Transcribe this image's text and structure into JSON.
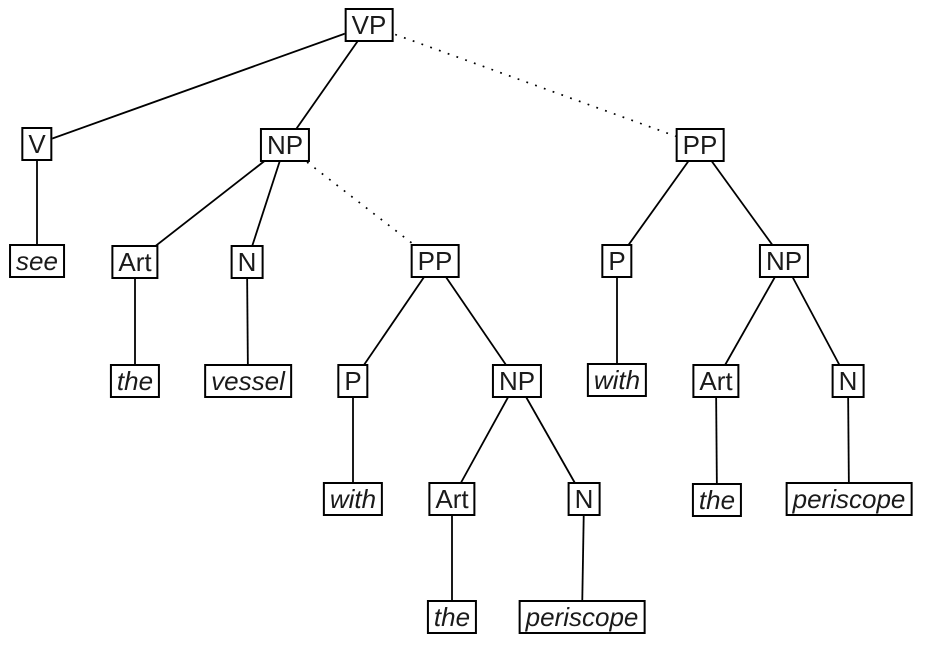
{
  "figure": {
    "kind": "syntax-parse-tree",
    "colors": {
      "background": "#ffffff",
      "line": "#000000",
      "box_border": "#000000",
      "box_fill": "#ffffff",
      "text": "#1a1a1a"
    },
    "edge_styles": {
      "solid": "definite constituent link",
      "dotted": "ambiguous PP attachment link"
    },
    "nodes": [
      {
        "id": "vp",
        "label": "VP",
        "type": "phrase"
      },
      {
        "id": "v",
        "label": "V",
        "type": "phrase"
      },
      {
        "id": "np1",
        "label": "NP",
        "type": "phrase"
      },
      {
        "id": "pp2",
        "label": "PP",
        "type": "phrase"
      },
      {
        "id": "see",
        "label": "see",
        "type": "word"
      },
      {
        "id": "art1",
        "label": "Art",
        "type": "phrase"
      },
      {
        "id": "n1",
        "label": "N",
        "type": "phrase"
      },
      {
        "id": "pp1",
        "label": "PP",
        "type": "phrase"
      },
      {
        "id": "p2",
        "label": "P",
        "type": "phrase"
      },
      {
        "id": "np3",
        "label": "NP",
        "type": "phrase"
      },
      {
        "id": "the1",
        "label": "the",
        "type": "word"
      },
      {
        "id": "vessel",
        "label": "vessel",
        "type": "word"
      },
      {
        "id": "p1",
        "label": "P",
        "type": "phrase"
      },
      {
        "id": "np2",
        "label": "NP",
        "type": "phrase"
      },
      {
        "id": "with2",
        "label": "with",
        "type": "word"
      },
      {
        "id": "art3",
        "label": "Art",
        "type": "phrase"
      },
      {
        "id": "n3",
        "label": "N",
        "type": "phrase"
      },
      {
        "id": "with1",
        "label": "with",
        "type": "word"
      },
      {
        "id": "art2",
        "label": "Art",
        "type": "phrase"
      },
      {
        "id": "n2",
        "label": "N",
        "type": "phrase"
      },
      {
        "id": "the3",
        "label": "the",
        "type": "word"
      },
      {
        "id": "periscope2",
        "label": "periscope",
        "type": "word"
      },
      {
        "id": "the2",
        "label": "the",
        "type": "word"
      },
      {
        "id": "periscope1",
        "label": "periscope",
        "type": "word"
      }
    ],
    "edges": [
      {
        "from": "vp",
        "to": "v",
        "style": "solid"
      },
      {
        "from": "vp",
        "to": "np1",
        "style": "solid"
      },
      {
        "from": "vp",
        "to": "pp2",
        "style": "dotted"
      },
      {
        "from": "v",
        "to": "see",
        "style": "solid"
      },
      {
        "from": "np1",
        "to": "art1",
        "style": "solid"
      },
      {
        "from": "np1",
        "to": "n1",
        "style": "solid"
      },
      {
        "from": "np1",
        "to": "pp1",
        "style": "dotted"
      },
      {
        "from": "art1",
        "to": "the1",
        "style": "solid"
      },
      {
        "from": "n1",
        "to": "vessel",
        "style": "solid"
      },
      {
        "from": "pp1",
        "to": "p1",
        "style": "solid"
      },
      {
        "from": "pp1",
        "to": "np2",
        "style": "solid"
      },
      {
        "from": "p1",
        "to": "with1",
        "style": "solid"
      },
      {
        "from": "np2",
        "to": "art2",
        "style": "solid"
      },
      {
        "from": "np2",
        "to": "n2",
        "style": "solid"
      },
      {
        "from": "art2",
        "to": "the2",
        "style": "solid"
      },
      {
        "from": "n2",
        "to": "periscope1",
        "style": "solid"
      },
      {
        "from": "pp2",
        "to": "p2",
        "style": "solid"
      },
      {
        "from": "pp2",
        "to": "np3",
        "style": "solid"
      },
      {
        "from": "p2",
        "to": "with2",
        "style": "solid"
      },
      {
        "from": "np3",
        "to": "art3",
        "style": "solid"
      },
      {
        "from": "np3",
        "to": "n3",
        "style": "solid"
      },
      {
        "from": "art3",
        "to": "the3",
        "style": "solid"
      },
      {
        "from": "n3",
        "to": "periscope2",
        "style": "solid"
      }
    ]
  }
}
